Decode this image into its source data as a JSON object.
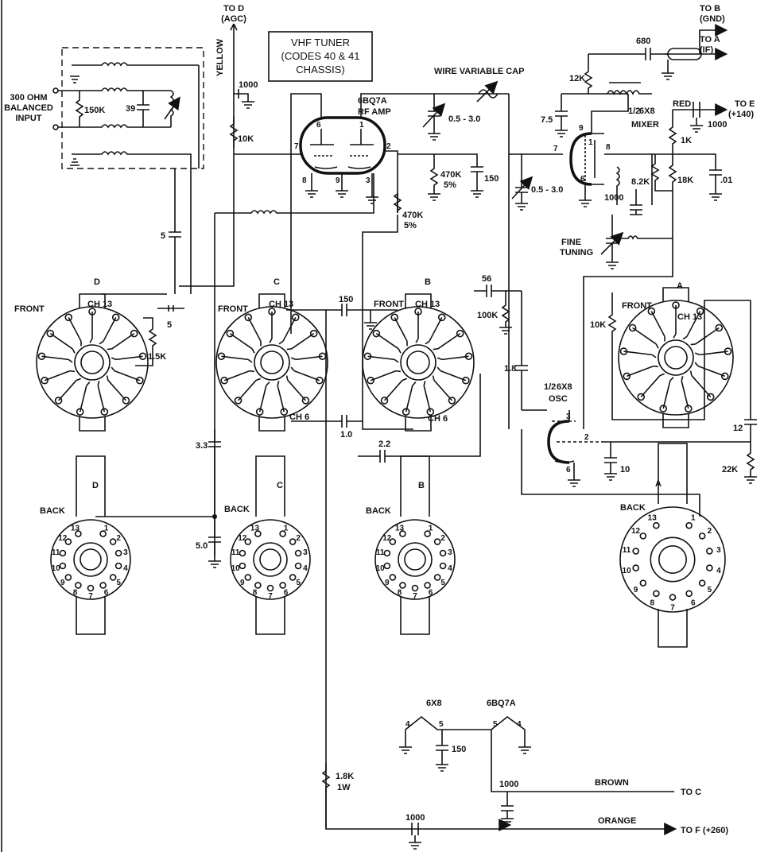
{
  "title_box": {
    "line1": "VHF TUNER",
    "line2": "(CODES 40 & 41",
    "line3": "CHASSIS)"
  },
  "input": {
    "line1": "300 OHM",
    "line2": "BALANCED",
    "line3": "INPUT"
  },
  "to_d": {
    "line1": "TO D",
    "line2": "(AGC)",
    "wire": "YELLOW"
  },
  "to_b": {
    "line1": "TO B",
    "line2": "(GND)"
  },
  "to_a": {
    "line1": "TO A",
    "line2": "(IF)"
  },
  "to_e": {
    "line1": "TO E",
    "line2": "(+140)",
    "wire": "RED"
  },
  "to_c": {
    "label": "TO C",
    "wire": "BROWN"
  },
  "to_f": {
    "label": "TO F (+260)",
    "wire": "ORANGE"
  },
  "rf_tube": {
    "type": "6BQ7A",
    "name": "RF AMP"
  },
  "mixer": {
    "frac": "1/2",
    "type": "6X8",
    "name": "MIXER"
  },
  "osc": {
    "frac": "1/2",
    "type": "6X8",
    "name": "OSC"
  },
  "wire_cap": "WIRE VARIABLE CAP",
  "fine_tuning": {
    "line1": "FINE",
    "line2": "TUNING"
  },
  "components": {
    "r150k": "150K",
    "c39": "39",
    "c1000_agc": "1000",
    "r10k_rf": "10K",
    "c05_30a": "0.5 - 3.0",
    "r470k_a": "470K",
    "r470k_a_tol": "5%",
    "c150_rf": "150",
    "r470k_b": "470K",
    "r470k_b_tol": "5%",
    "c5_d": "5",
    "c5_front": "5",
    "r15k": "1.5K",
    "c150_sw": "150",
    "c56": "56",
    "r100k": "100K",
    "c05_30b": "0.5 - 3.0",
    "c7_5": "7.5",
    "r12k": "12K",
    "c680": "680",
    "c1000_e": "1000",
    "r1k": "1K",
    "r8_2k": "8.2K",
    "r18k": "18K",
    "c01": ".01",
    "c1000_mix": "1000",
    "r10k_osc": "10K",
    "c1_8": "1.8",
    "c1_0": "1.0",
    "c2_2": "2.2",
    "c12": "12",
    "c10": "10",
    "r22k": "22K",
    "c3_3": "3.3",
    "c5_0": "5.0",
    "c150_heater": "150",
    "c1000_heater": "1000",
    "r1_8k": "1.8K",
    "r1_8k_w": "1W",
    "c1000_f": "1000"
  },
  "heater": {
    "tube1": "6X8",
    "tube2": "6BQ7A",
    "p4a": "4",
    "p5a": "5",
    "p5b": "5",
    "p4b": "4"
  },
  "switches": {
    "front_label": "FRONT",
    "back_label": "BACK",
    "ch13": "CH 13",
    "ch6": "CH 6",
    "d": "D",
    "c": "C",
    "b": "B",
    "a": "A"
  },
  "back_numbers": [
    "1",
    "2",
    "3",
    "4",
    "5",
    "6",
    "7",
    "8",
    "9",
    "10",
    "11",
    "12",
    "13"
  ],
  "rf_pins": {
    "p6": "6",
    "p1": "1",
    "p7": "7",
    "p2": "2",
    "p8": "8",
    "p9": "9",
    "p3": "3"
  },
  "mix_pins": {
    "p9": "9",
    "p1": "1",
    "p7": "7",
    "p8": "8",
    "p6": "6"
  },
  "osc_pins": {
    "p3": "3",
    "p2": "2",
    "p6": "6"
  }
}
